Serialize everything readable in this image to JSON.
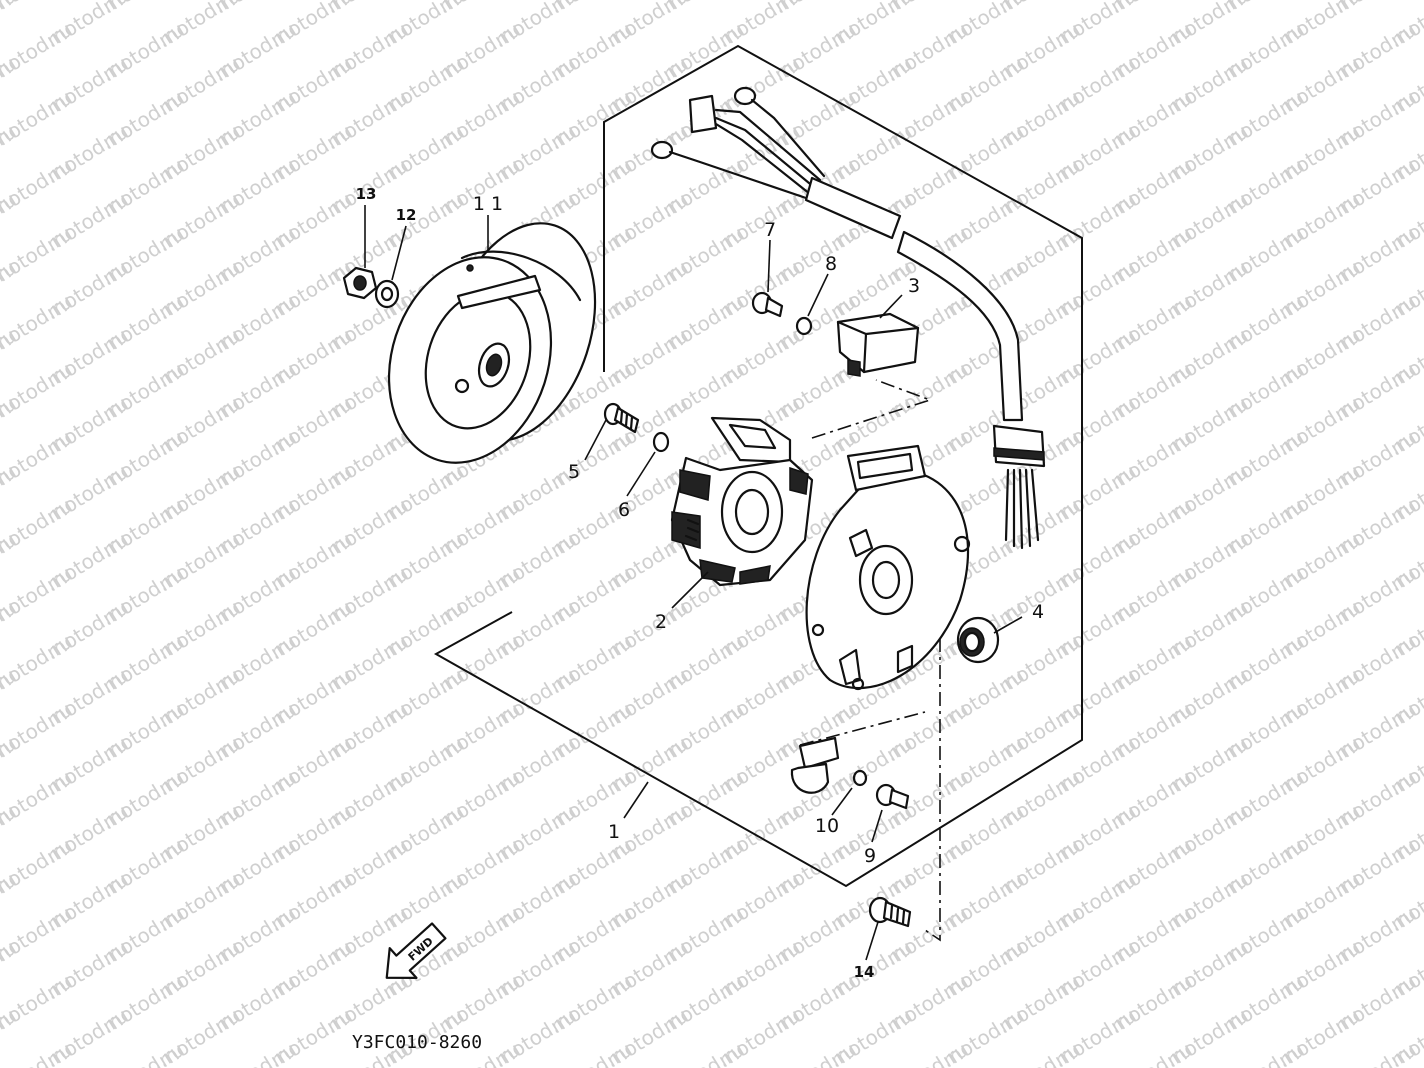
{
  "watermark": "motod.ru",
  "diagram_code": "Y3FC010-8260",
  "direction_arrow": "FWD",
  "callouts": [
    {
      "id": "c1",
      "label": "1"
    },
    {
      "id": "c2",
      "label": "2"
    },
    {
      "id": "c3",
      "label": "3"
    },
    {
      "id": "c4",
      "label": "4"
    },
    {
      "id": "c5",
      "label": "5"
    },
    {
      "id": "c6",
      "label": "6"
    },
    {
      "id": "c7",
      "label": "7"
    },
    {
      "id": "c8",
      "label": "8"
    },
    {
      "id": "c9",
      "label": "9"
    },
    {
      "id": "c10",
      "label": "10"
    },
    {
      "id": "c11",
      "label": "1 1"
    },
    {
      "id": "c12",
      "label": "12"
    },
    {
      "id": "c13",
      "label": "13"
    },
    {
      "id": "c14",
      "label": "14"
    }
  ]
}
